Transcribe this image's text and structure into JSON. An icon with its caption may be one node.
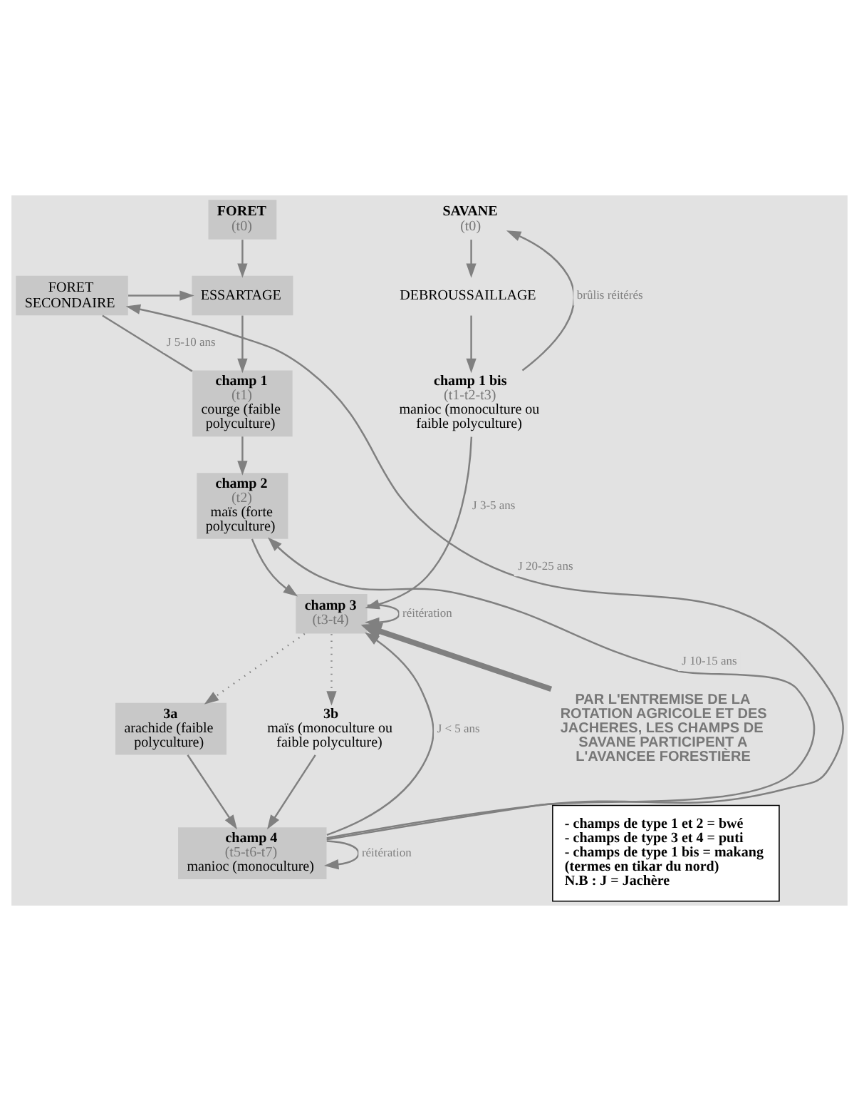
{
  "diagram": {
    "nodes": [
      {
        "text": [
          "FORET",
          "(t0)"
        ]
      },
      {
        "text": [
          "SAVANE",
          "(t0)"
        ]
      },
      {
        "text": [
          "FORET SECONDAIRE"
        ]
      },
      {
        "text": [
          "ESSARTAGE"
        ]
      },
      {
        "text": [
          "DEBROUSSAILLAGE"
        ]
      },
      {
        "text": [
          "champ 1",
          "(t1)",
          "courge (faible polyculture)"
        ]
      },
      {
        "text": [
          "champ 1 bis",
          "(t1-t2-t3)",
          "manioc (monoculture ou faible polyculture)"
        ]
      },
      {
        "text": [
          "champ 2",
          "(t2)",
          "maïs (forte polyculture)"
        ]
      },
      {
        "text": [
          "champ 3",
          "(t3-t4)"
        ]
      },
      {
        "text": [
          "3a",
          "arachide (faible polyculture)"
        ]
      },
      {
        "text": [
          "3b",
          "maïs (monoculture ou faible polyculture)"
        ]
      },
      {
        "text": [
          "champ 4",
          "(t5-t6-t7)",
          "manioc (monoculture)"
        ]
      },
      {
        "text": [
          "PAR L'ENTREMISE DE LA ROTATION AGRICOLE ET DES JACHERES, LES CHAMPS DE SAVANE PARTICIPENT A L'AVANCEE FORESTIÈRE"
        ]
      },
      {
        "text": [
          "- champs de type 1 et 2 = bwé",
          "- champs de type 3 et 4 = puti",
          "- champs de type 1 bis = makang",
          "(termes en tikar du nord)",
          "N.B : J = Jachère"
        ]
      }
    ],
    "edges": [
      {
        "from": 0,
        "to": 3,
        "arrow": "to"
      },
      {
        "from": 1,
        "to": 4,
        "arrow": "to"
      },
      {
        "from": 2,
        "to": 3,
        "arrow": "to"
      },
      {
        "from": 3,
        "to": 5,
        "arrow": "to"
      },
      {
        "from": 4,
        "to": 6,
        "arrow": "to"
      },
      {
        "from": 5,
        "to": 2,
        "arrow": "none",
        "label": "J 5-10 ans"
      },
      {
        "from": 5,
        "to": 7,
        "arrow": "to"
      },
      {
        "from": 6,
        "to": 1,
        "arrow": "to",
        "label": "brûlis réitérés"
      },
      {
        "from": 6,
        "to": 8,
        "arrow": "to",
        "label": "J 3-5 ans"
      },
      {
        "from": 7,
        "to": 8,
        "arrow": "to"
      },
      {
        "from": 8,
        "to": 8,
        "arrow": "to",
        "label": "réitération"
      },
      {
        "from": 8,
        "to": 9,
        "arrow": "to",
        "style": "dashed"
      },
      {
        "from": 8,
        "to": 10,
        "arrow": "to",
        "style": "dashed"
      },
      {
        "from": 9,
        "to": 11,
        "arrow": "to"
      },
      {
        "from": 10,
        "to": 11,
        "arrow": "to"
      },
      {
        "from": 11,
        "to": 11,
        "arrow": "to",
        "label": "réitération"
      },
      {
        "from": 11,
        "to": 8,
        "arrow": "to",
        "label": "J < 5 ans"
      },
      {
        "from": 11,
        "to": 7,
        "arrow": "to",
        "label": "J 10-15 ans"
      },
      {
        "from": 11,
        "to": 2,
        "arrow": "to",
        "label": "J 20-25 ans"
      },
      {
        "from": 12,
        "to": 8,
        "arrow": "to",
        "style": "thick"
      }
    ]
  }
}
